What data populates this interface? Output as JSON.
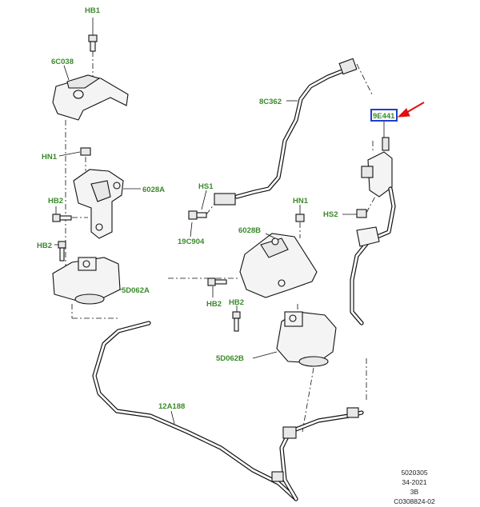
{
  "labels": {
    "hb1": "HB1",
    "c6c038": "6C038",
    "hn1_left": "HN1",
    "c6028a": "6028A",
    "hb2_top": "HB2",
    "hb2_left": "HB2",
    "c5d062a": "5D062A",
    "c8c362": "8C362",
    "c9e441": "9E441",
    "hs1": "HS1",
    "c19c904": "19C904",
    "hn1_mid": "HN1",
    "c6028b": "6028B",
    "hs2": "HS2",
    "hb2_mid": "HB2",
    "hb2_mid2": "HB2",
    "c5d062b": "5D062B",
    "c12a188": "12A188"
  },
  "footer": {
    "line1": "5020305",
    "line2": "34-2021",
    "line3": "3B",
    "line4": "C0308824-02"
  },
  "highlight": {
    "color": "#1f3fd0",
    "arrow_color": "#e01010",
    "label_color": "#3a8a2a"
  }
}
